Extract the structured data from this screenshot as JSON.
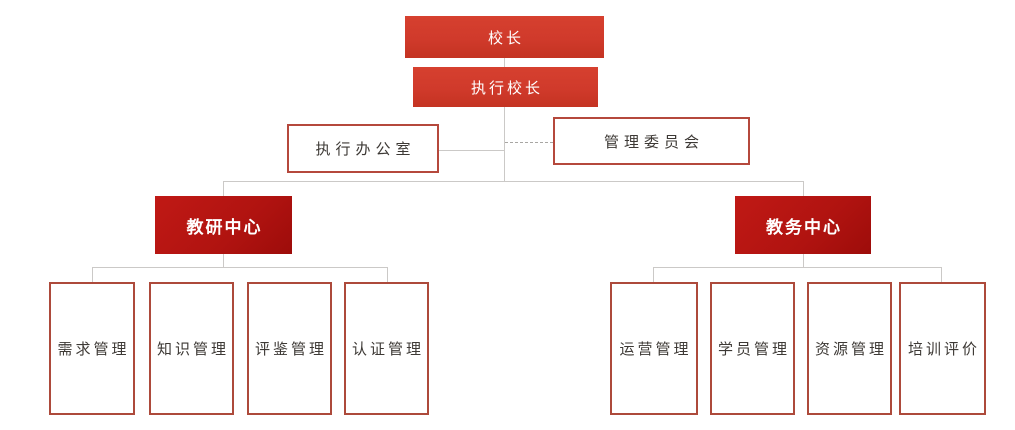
{
  "org": {
    "root": {
      "label": "校长"
    },
    "executive": {
      "label": "执行校长"
    },
    "staff": [
      {
        "label": "执行办公室",
        "connector": "solid"
      },
      {
        "label": "管理委员会",
        "connector": "dashed"
      }
    ],
    "centers": [
      {
        "label": "教研中心",
        "departments": [
          "需求管理",
          "知识管理",
          "评鉴管理",
          "认证管理"
        ]
      },
      {
        "label": "教务中心",
        "departments": [
          "运营管理",
          "学员管理",
          "资源管理",
          "培训评价"
        ]
      }
    ],
    "colors": {
      "box_red": "#d03a2b",
      "box_dark_red": "#b01310",
      "outline_red": "#b5483c",
      "dept_border_red": "#ad4a3b",
      "connector_gray": "#cbc9c7",
      "dashed_gray": "#a8a6a3",
      "text_dark": "#3d3935",
      "text_white": "#ffffff"
    }
  }
}
